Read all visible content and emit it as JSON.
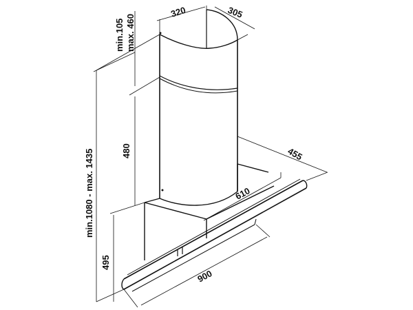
{
  "dimensions": {
    "chimney_width": "320",
    "chimney_depth": "305",
    "upper_extension": "min.105",
    "upper_extension_max": "max. 460",
    "chimney_height": "480",
    "total_height": "min.1080 - max. 1435",
    "glass_depth": "455",
    "glass_length": "610",
    "base_height": "495",
    "overall_width": "900"
  }
}
